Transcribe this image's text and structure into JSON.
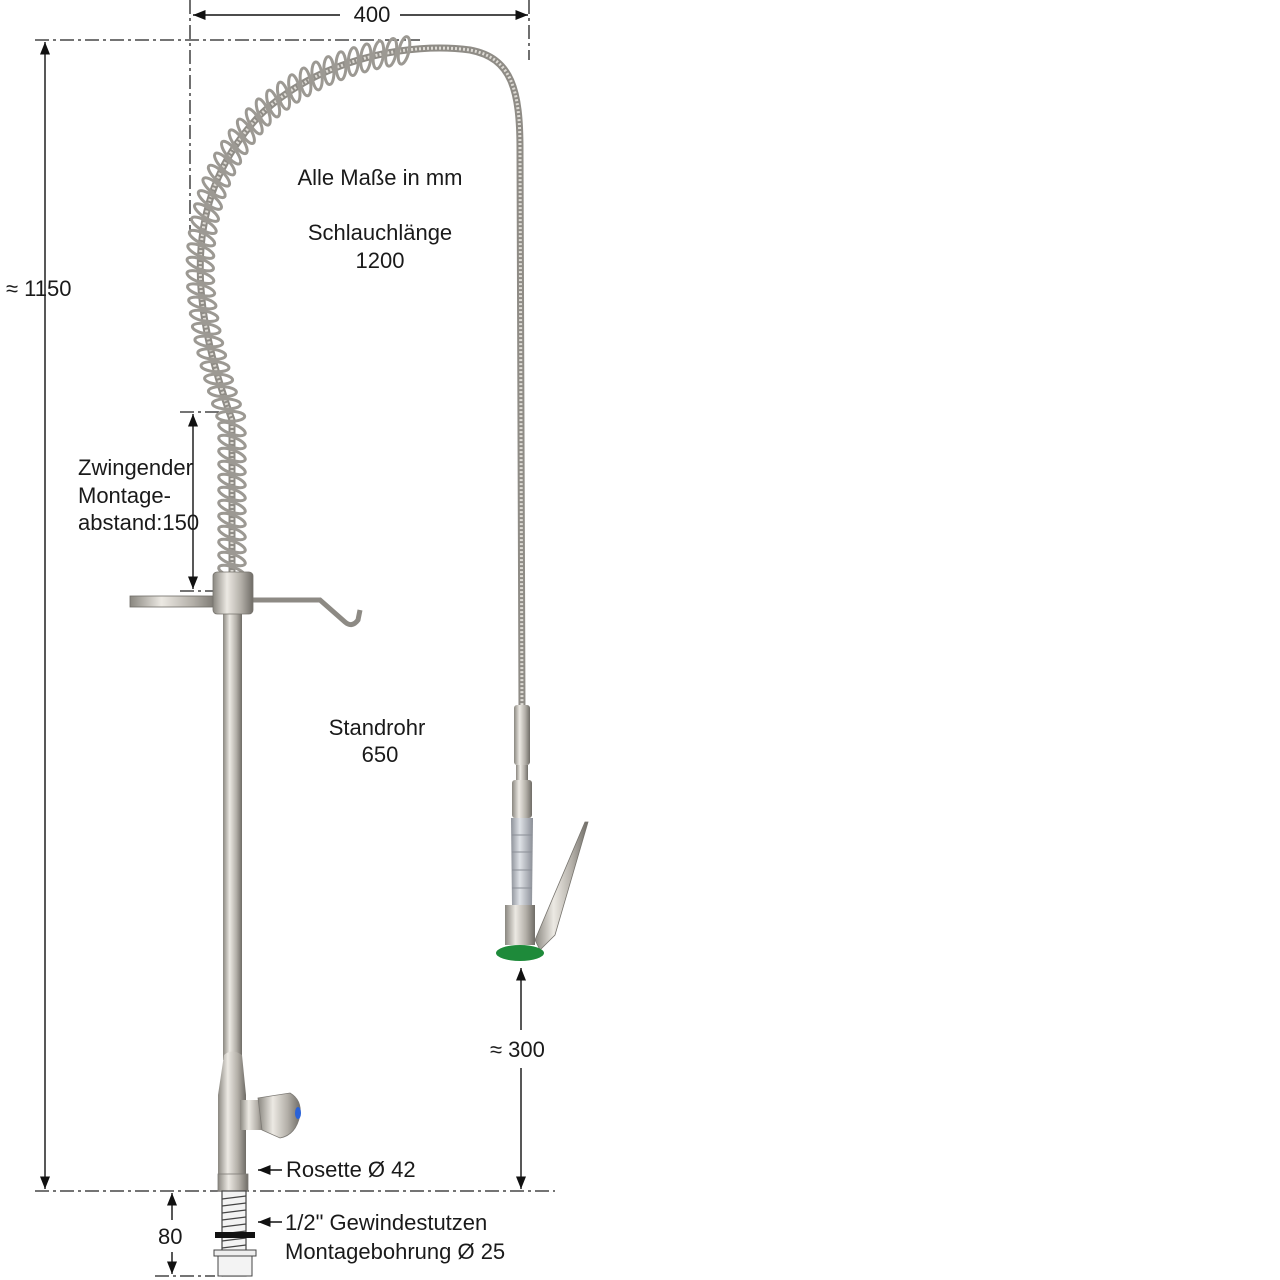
{
  "labels": {
    "width_400": "400",
    "height_1150": "≈ 1150",
    "units_note": "Alle Maße in mm",
    "hose_length_title": "Schlauchlänge",
    "hose_length_value": "1200",
    "mount_line1": "Zwingender",
    "mount_line2": "Montage-",
    "mount_line3": "abstand:150",
    "standpipe_title": "Standrohr",
    "standpipe_value": "650",
    "spray_height": "≈ 300",
    "rosette": "Rosette Ø 42",
    "thread": "1/2\" Gewindestutzen",
    "bore": "Montagebohrung Ø 25",
    "thread_length": "80"
  },
  "colors": {
    "steel": "#b9b6b0",
    "steel_dark": "#7d7a75",
    "valve_blue": "#2a62d8",
    "spray_green": "#1e8a3a",
    "grip_grey": "#a9adb5"
  }
}
